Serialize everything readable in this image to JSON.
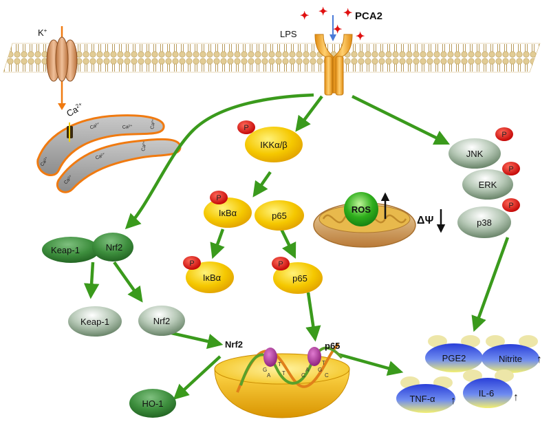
{
  "colors": {
    "arrow_green": "#3a9a1c",
    "plus_red": "#e01010",
    "receptor_orange": "#f0a020",
    "membrane_tan": "#d9c08a",
    "p_red": "#d01010",
    "gold": "#f2c400",
    "dark_green": "#2e7d2e",
    "gray_green": "#6f8a6f",
    "blue": "#2a4fd8"
  },
  "labels": {
    "potassium": "K",
    "potassium_charge": "+",
    "calcium": "Ca",
    "calcium_charge": "2+",
    "er_ca": "Ca²⁺",
    "pca2": "PCA2",
    "lps": "LPS",
    "phospho": "P",
    "ikk": "IKKα/β",
    "ikba": "IκBα",
    "p65": "p65",
    "jnk": "JNK",
    "erk": "ERK",
    "p38": "p38",
    "ros": "ROS",
    "delta_psi": "ΔΨ",
    "keap1": "Keap-1",
    "nrf2": "Nrf2",
    "ho1": "HO-1",
    "pge2": "PGE2",
    "nitrite": "Nitrite",
    "tnfa": "TNF-α",
    "il6": "IL-6",
    "up_arrow": "↑",
    "dna_letters": [
      "G",
      "A",
      "T",
      "T",
      "C",
      "A",
      "G",
      "T",
      "C"
    ]
  }
}
